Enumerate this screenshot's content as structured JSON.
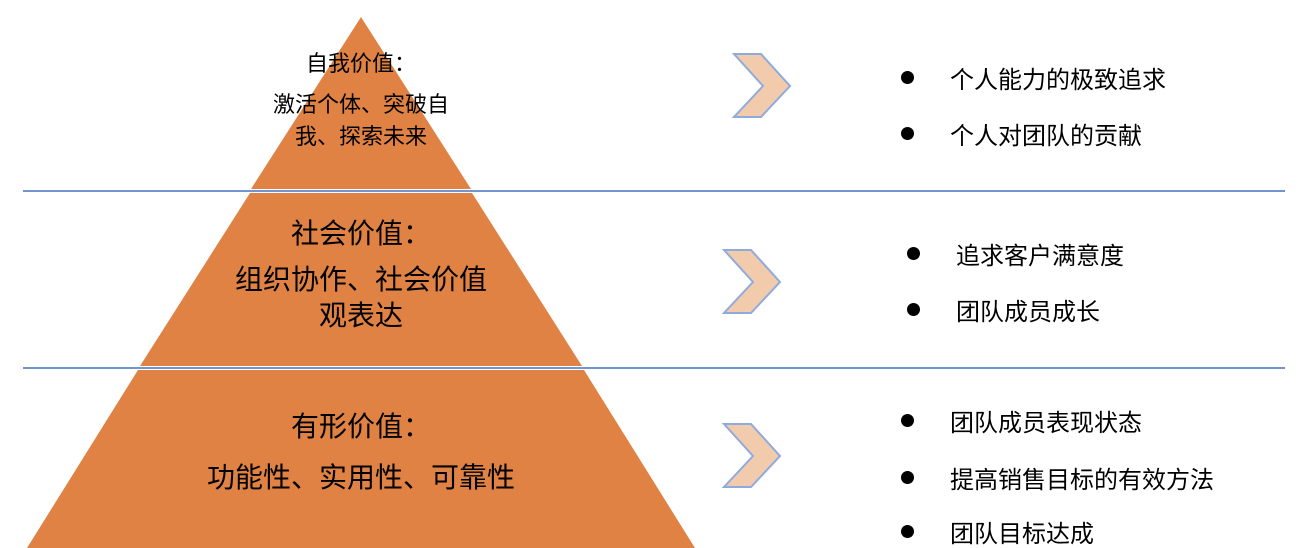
{
  "colors": {
    "pyramid": "#e08244",
    "divider": "#4472c4",
    "chevron_fill": "#f2cbac",
    "chevron_stroke": "#8faadc"
  },
  "tiers": [
    {
      "title": "自我价值：",
      "lines": [
        "激活个体、突破自",
        "我、探索未来"
      ],
      "bullets": [
        "个人能力的极致追求",
        "个人对团队的贡献"
      ]
    },
    {
      "title": "社会价值：",
      "lines": [
        "组织协作、社会价值",
        "观表达"
      ],
      "bullets": [
        "追求客户满意度",
        "团队成员成长"
      ]
    },
    {
      "title": "有形价值：",
      "lines": [
        "功能性、实用性、可靠性"
      ],
      "bullets": [
        "团队成员表现状态",
        "提高销售目标的有效方法",
        "团队目标达成"
      ]
    }
  ]
}
